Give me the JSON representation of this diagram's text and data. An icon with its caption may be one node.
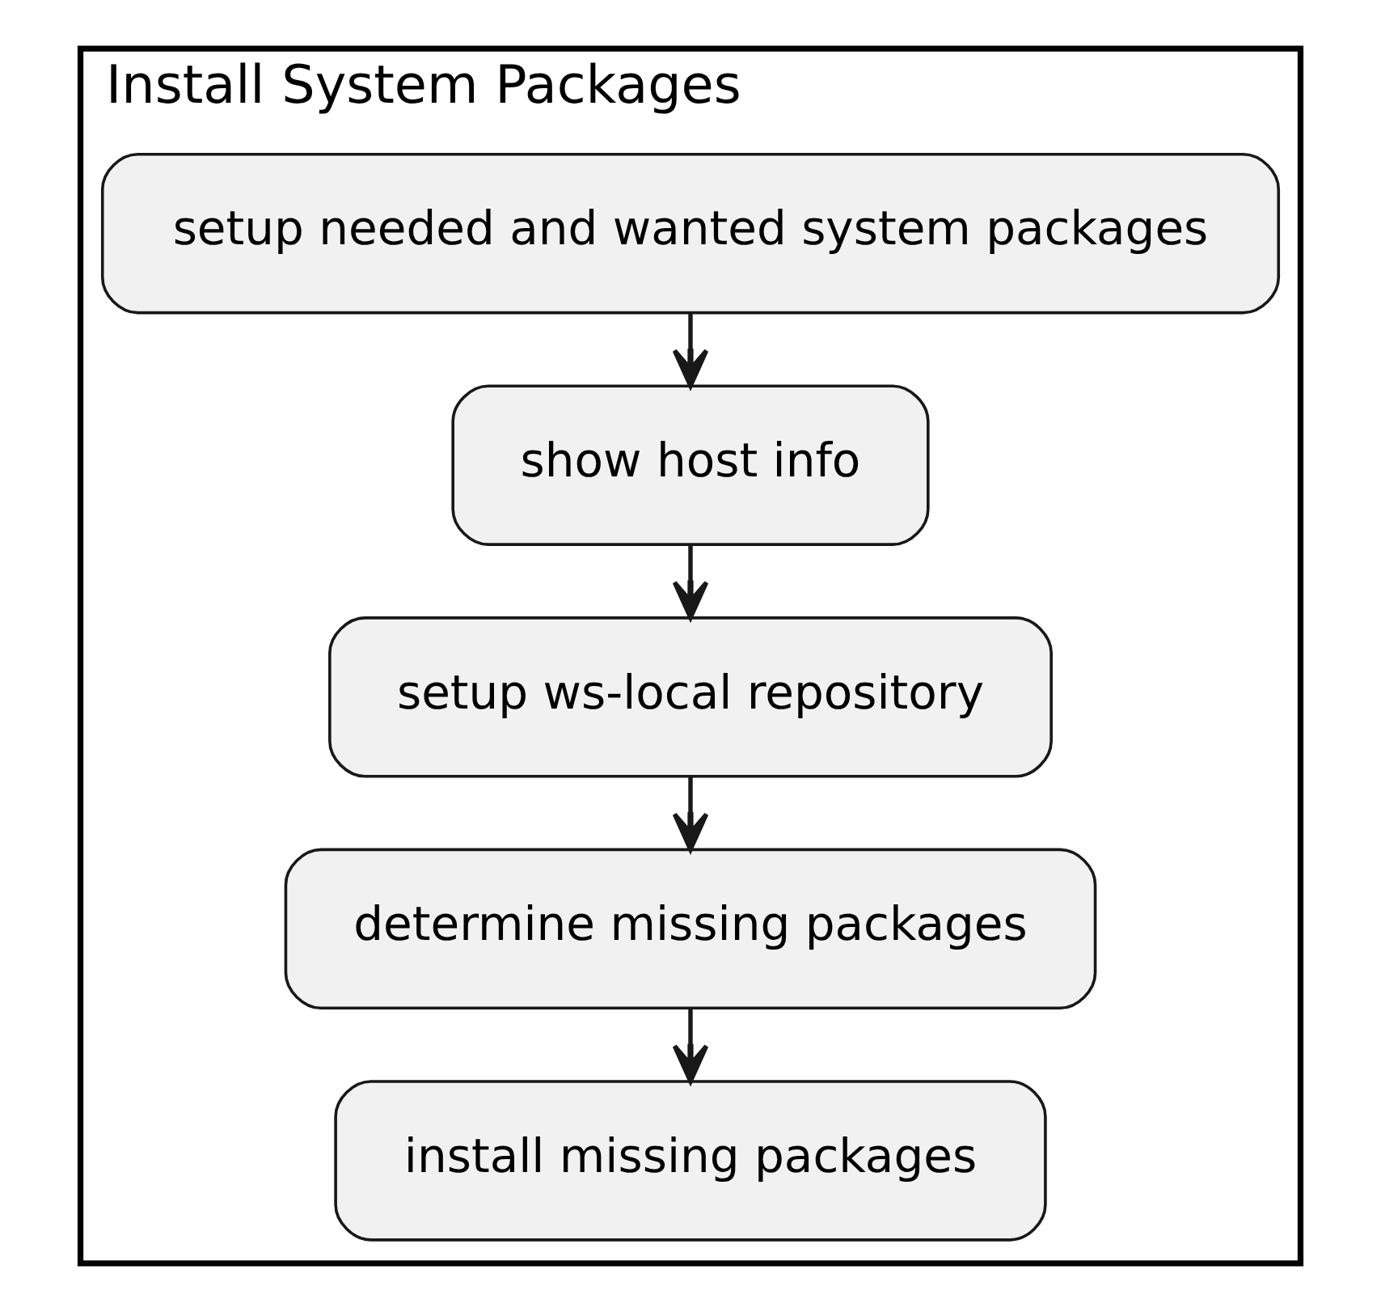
{
  "diagram": {
    "nodes": [
      {
        "text": [
          "Install System Packages"
        ]
      },
      {
        "text": [
          "setup needed and wanted system packages"
        ],
        "in": 0
      },
      {
        "text": [
          "show host info"
        ],
        "in": 0
      },
      {
        "text": [
          "setup ws-local repository"
        ],
        "in": 0
      },
      {
        "text": [
          "determine missing packages"
        ],
        "in": 0
      },
      {
        "text": [
          "install missing packages"
        ],
        "in": 0
      }
    ],
    "edges": [
      {
        "from": 1,
        "to": 2,
        "arrow": "to"
      },
      {
        "from": 2,
        "to": 3,
        "arrow": "to"
      },
      {
        "from": 3,
        "to": 4,
        "arrow": "to"
      },
      {
        "from": 4,
        "to": 5,
        "arrow": "to"
      }
    ]
  }
}
